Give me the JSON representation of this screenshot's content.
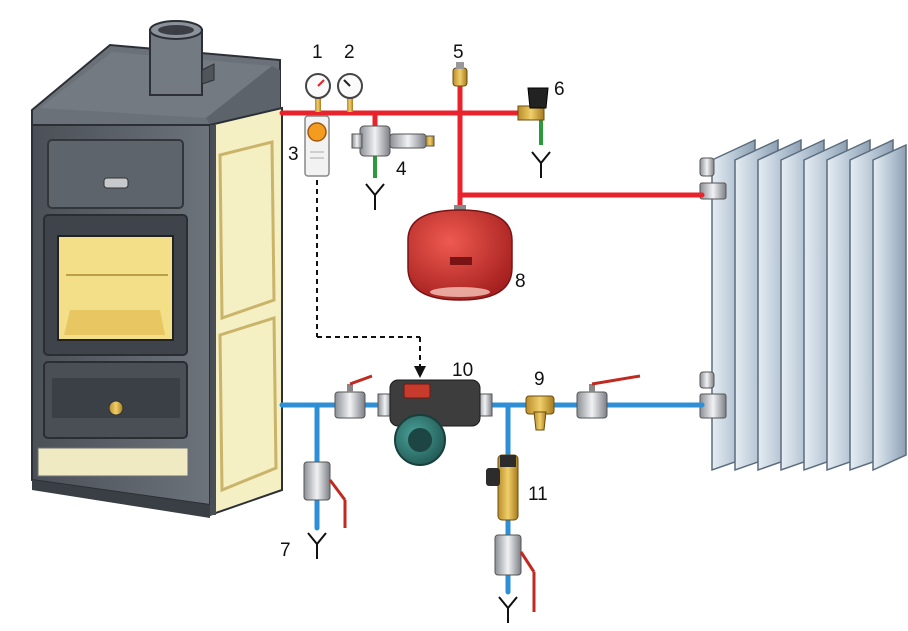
{
  "labels": {
    "gauge_1": "1",
    "gauge_2": "2",
    "thermostat_3": "3",
    "mixing_valve_4": "4",
    "air_vent_5": "5",
    "safety_valve_6": "6",
    "drain_7": "7",
    "expansion_vessel_8": "8",
    "strainer_9": "9",
    "pump_10": "10",
    "fill_valve_11": "11"
  },
  "colors": {
    "supply_pipe": "#e8232b",
    "return_pipe": "#2f8fd6",
    "drain_pipe": "#2a9a3c",
    "stove_body": "#5b6169",
    "stove_panel": "#f5efc4",
    "vessel": "#c8302e",
    "pump": "#2f6f6a",
    "radiator": "#c9d6e2"
  }
}
